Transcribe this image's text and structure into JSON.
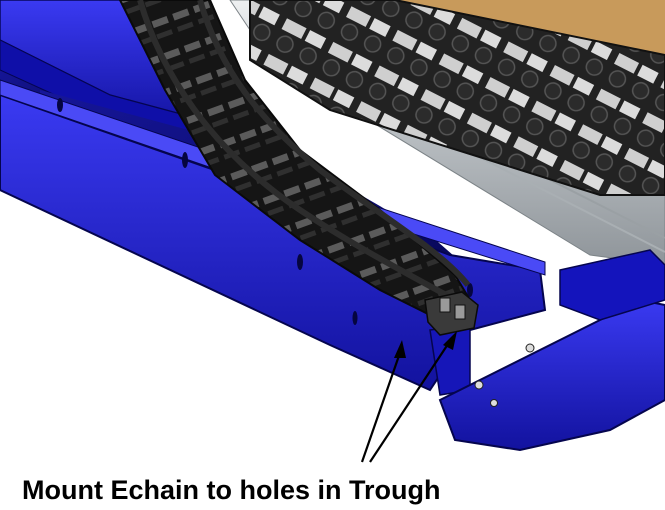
{
  "figure": {
    "caption": "Mount Echain to holes in Trough"
  },
  "colors": {
    "frame_blue": "#1a1ad6",
    "frame_blue_dark": "#0c0c8c",
    "frame_blue_light": "#3c3cf0",
    "echain_black": "#1e1e1e",
    "echain_gray": "#8a8a8a",
    "rail_silver": "#cfd3d6",
    "wood_table": "#c99a5a",
    "arrow": "#000000"
  },
  "icons": [
    "pointer-arrow",
    "mounting-bracket"
  ]
}
